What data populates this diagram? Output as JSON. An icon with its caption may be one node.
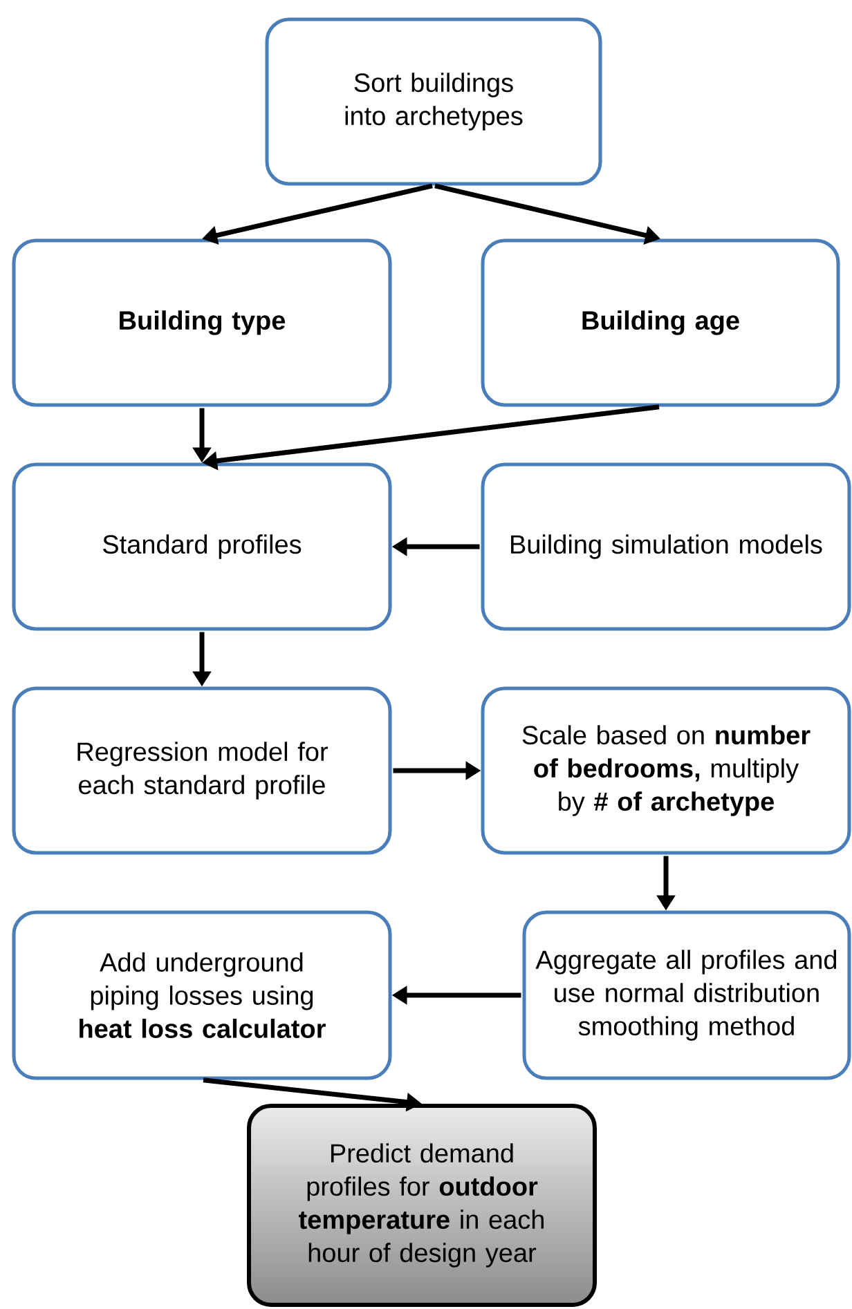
{
  "diagram": {
    "nodes": [
      {
        "text": [
          "Sort buildings into archetypes"
        ]
      },
      {
        "text": [
          "Building type"
        ]
      },
      {
        "text": [
          "Building age"
        ]
      },
      {
        "text": [
          "Standard profiles"
        ]
      },
      {
        "text": [
          "Building simulation models"
        ]
      },
      {
        "text": [
          "Regression model for each standard profile"
        ]
      },
      {
        "text": [
          "Scale based on **number of bedrooms,** multiply by **# of archetype**"
        ]
      },
      {
        "text": [
          "Aggregate all profiles and use normal distribution smoothing method"
        ]
      },
      {
        "text": [
          "Add underground piping losses using **heat loss calculator**"
        ]
      },
      {
        "text": [
          "Predict demand profiles for **outdoor temperature** in each hour of design year"
        ]
      }
    ],
    "edges": [
      {
        "from": 0,
        "to": 1,
        "arrow": "to"
      },
      {
        "from": 0,
        "to": 2,
        "arrow": "to"
      },
      {
        "from": 1,
        "to": 3,
        "arrow": "to"
      },
      {
        "from": 2,
        "to": 3,
        "arrow": "to"
      },
      {
        "from": 4,
        "to": 3,
        "arrow": "to"
      },
      {
        "from": 3,
        "to": 5,
        "arrow": "to"
      },
      {
        "from": 5,
        "to": 6,
        "arrow": "to"
      },
      {
        "from": 6,
        "to": 7,
        "arrow": "to"
      },
      {
        "from": 7,
        "to": 8,
        "arrow": "to"
      },
      {
        "from": 8,
        "to": 9,
        "arrow": "to"
      }
    ]
  }
}
